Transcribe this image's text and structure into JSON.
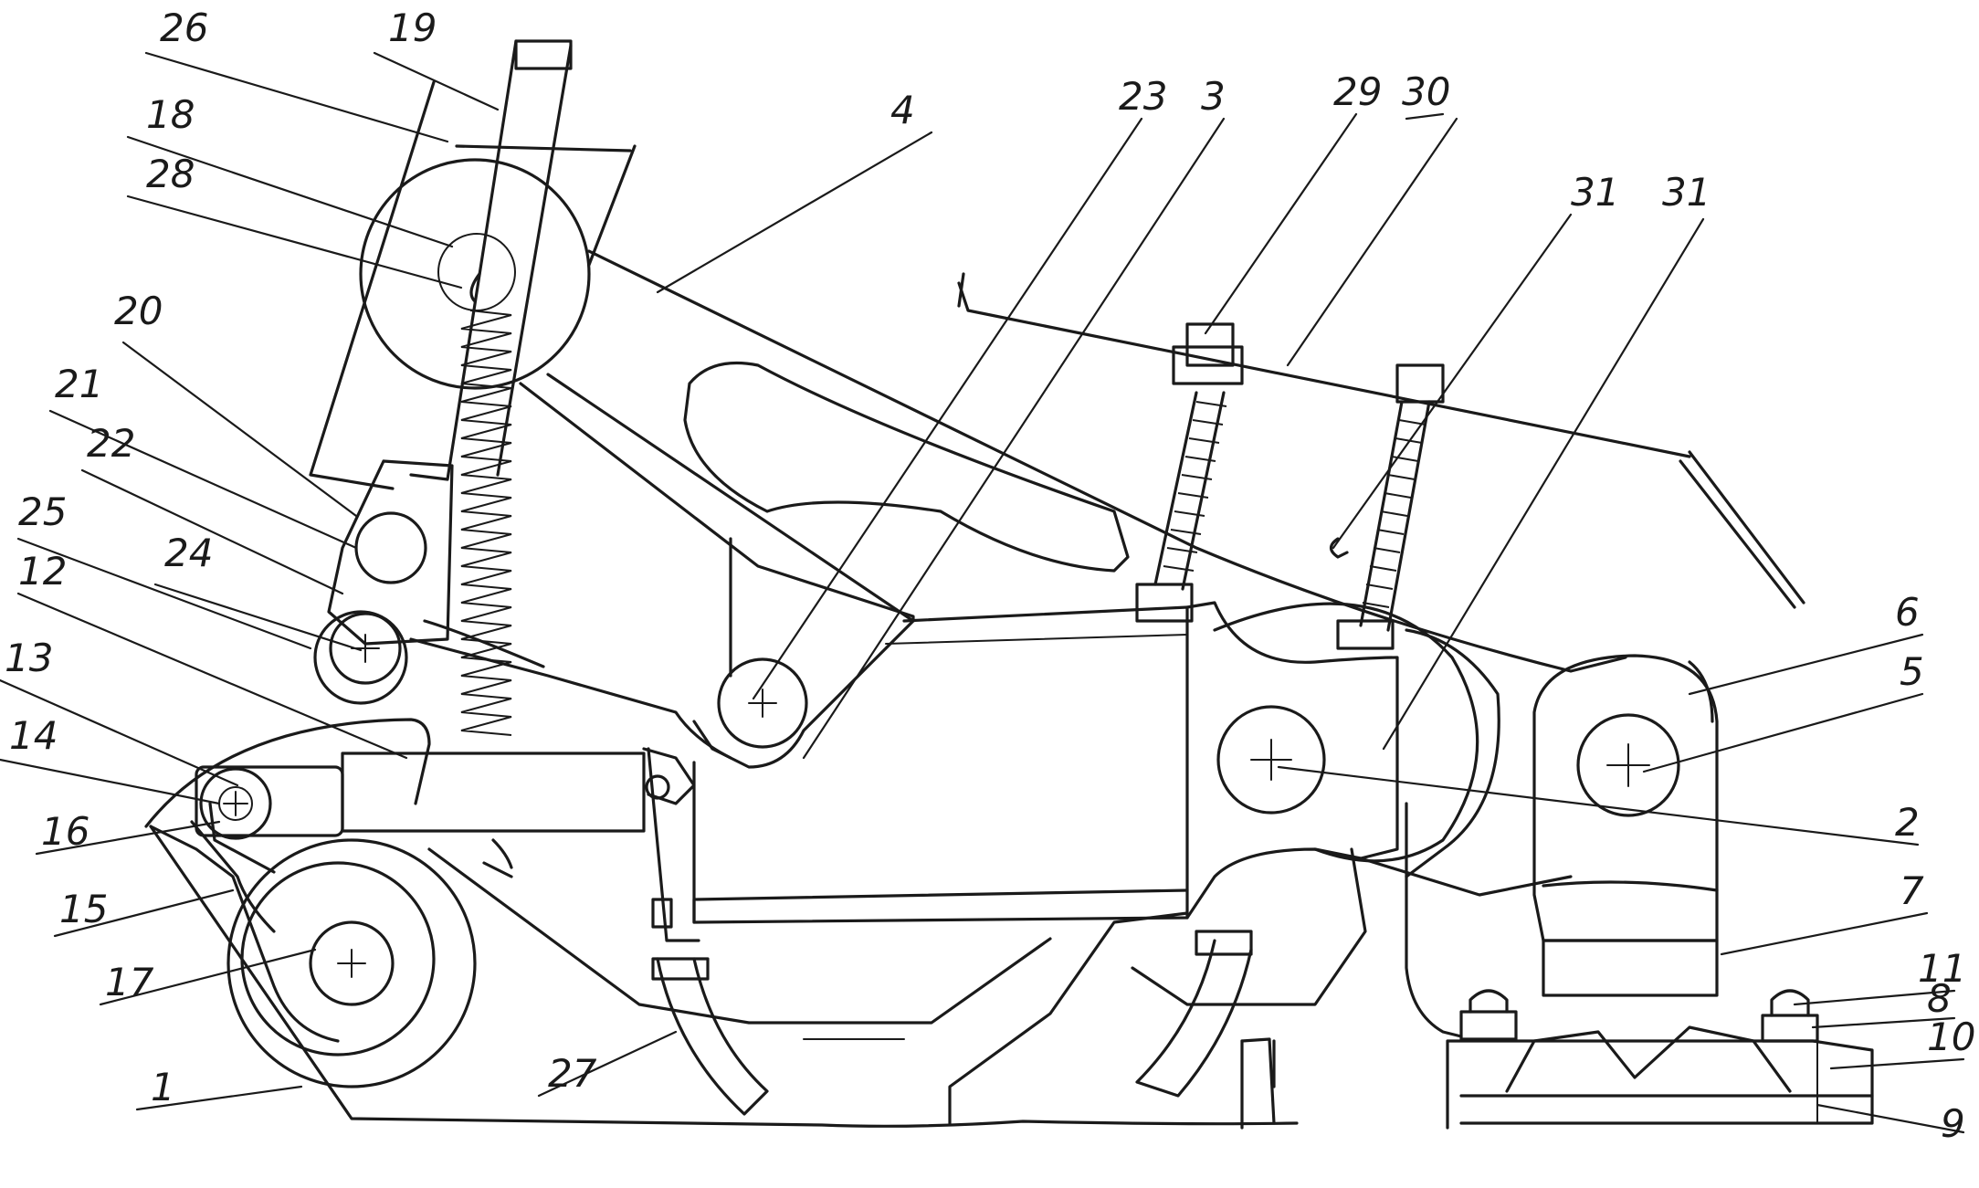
{
  "labels": {
    "l26": "26",
    "l19": "19",
    "l18": "18",
    "l28": "28",
    "l20": "20",
    "l21": "21",
    "l22": "22",
    "l25": "25",
    "l12": "12",
    "l24": "24",
    "l13": "13",
    "l14": "14",
    "l16": "16",
    "l15": "15",
    "l17": "17",
    "l1": "1",
    "l27": "27",
    "l4": "4",
    "l23": "23",
    "l3": "3",
    "l29": "29",
    "l30": "30",
    "l31a": "31",
    "l31b": "31",
    "l6": "6",
    "l5": "5",
    "l2": "2",
    "l7": "7",
    "l11": "11",
    "l8": "8",
    "l10": "10",
    "l9": "9"
  }
}
